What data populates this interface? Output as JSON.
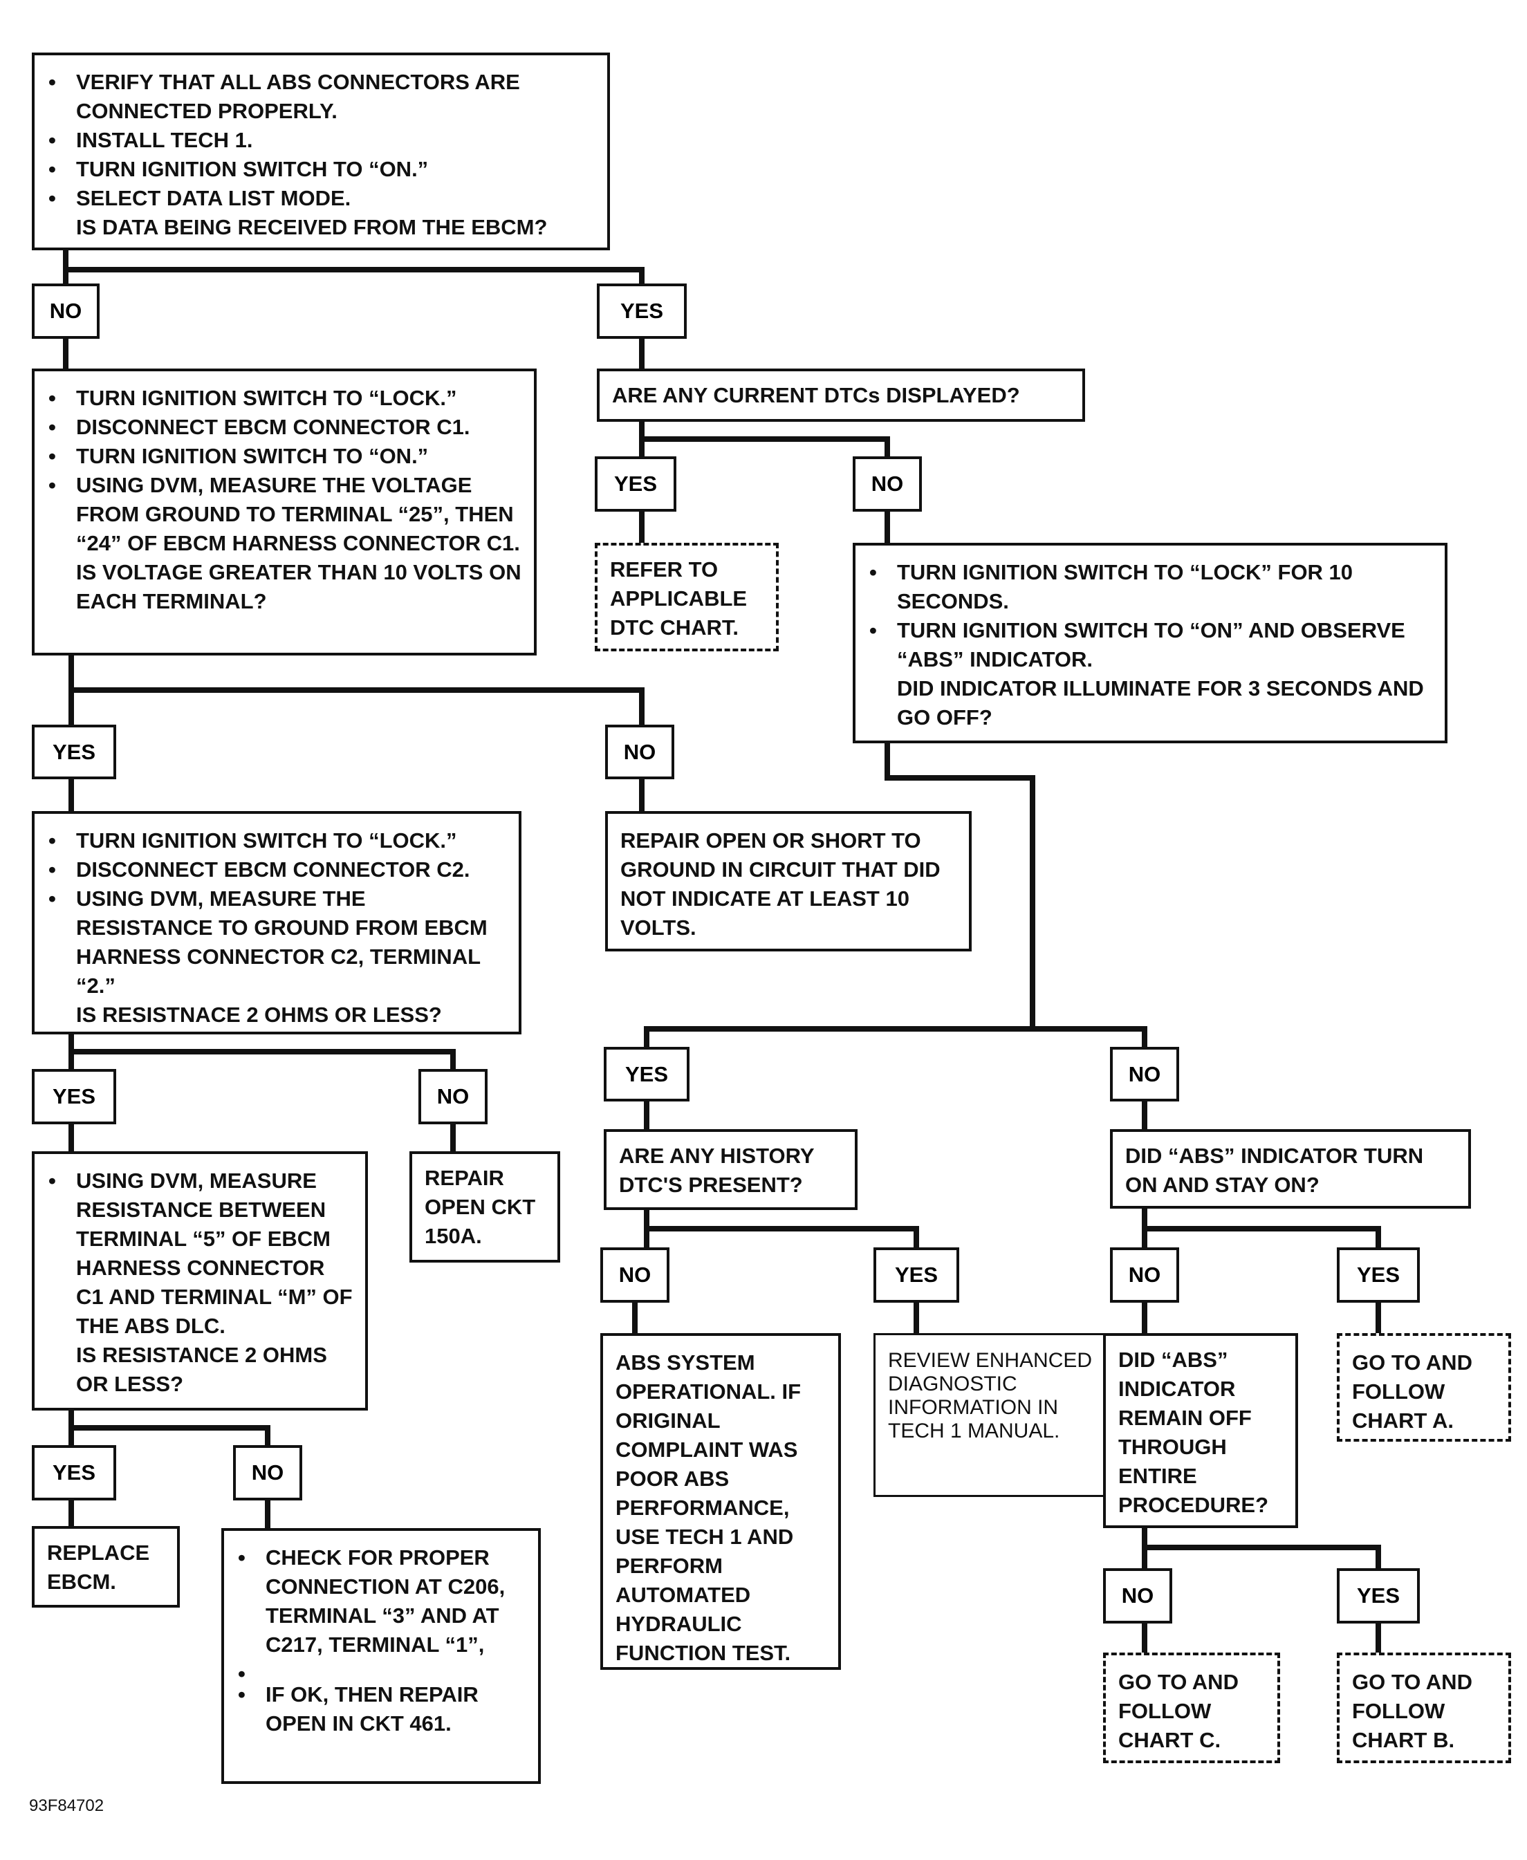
{
  "start": {
    "steps": [
      "VERIFY THAT ALL ABS CONNECTORS ARE CONNECTED PROPERLY.",
      "INSTALL TECH 1.",
      "TURN IGNITION SWITCH TO “ON.”",
      "SELECT DATA LIST MODE."
    ],
    "question": "IS DATA BEING RECEIVED FROM THE EBCM?"
  },
  "start_no": "NO",
  "start_yes": "YES",
  "voltage_check": {
    "steps": [
      "TURN IGNITION SWITCH TO “LOCK.”",
      "DISCONNECT EBCM CONNECTOR C1.",
      "TURN IGNITION SWITCH TO “ON.”",
      "USING DVM, MEASURE THE VOLTAGE FROM GROUND TO TERMINAL “25”, THEN “24” OF EBCM HARNESS CONNECTOR C1."
    ],
    "question": "IS VOLTAGE GREATER THAN 10 VOLTS ON EACH TERMINAL?"
  },
  "current_dtc": {
    "question": "ARE ANY CURRENT DTCs DISPLAYED?"
  },
  "current_dtc_yes": "YES",
  "current_dtc_no": "NO",
  "refer_dtc": {
    "text": "REFER TO APPLICABLE DTC CHART."
  },
  "indicator_test": {
    "steps": [
      "TURN IGNITION SWITCH TO “LOCK” FOR 10 SECONDS.",
      "TURN IGNITION SWITCH TO “ON” AND OBSERVE “ABS” INDICATOR."
    ],
    "question": "DID INDICATOR ILLUMINATE FOR 3 SECONDS AND GO OFF?"
  },
  "voltage_yes": "YES",
  "voltage_no": "NO",
  "repair_open_short": {
    "text": "REPAIR OPEN OR SHORT TO GROUND IN CIRCUIT THAT DID NOT INDICATE AT LEAST 10 VOLTS."
  },
  "resistance_check": {
    "steps": [
      "TURN IGNITION SWITCH TO “LOCK.”",
      "DISCONNECT EBCM CONNECTOR C2.",
      "USING DVM, MEASURE THE RESISTANCE TO GROUND FROM EBCM HARNESS CONNECTOR C2, TERMINAL “2.”"
    ],
    "question": "IS RESISTNACE 2 OHMS OR LESS?"
  },
  "indicator_yes": "YES",
  "indicator_no": "NO",
  "resistance_yes": "YES",
  "resistance_no": "NO",
  "repair_ckt_150a": {
    "text": "REPAIR OPEN CKT 150A."
  },
  "history_dtc": {
    "question": "ARE ANY HISTORY DTC'S PRESENT?"
  },
  "stay_on": {
    "question": "DID “ABS” INDICATOR TURN ON AND STAY ON?"
  },
  "dlc_check": {
    "steps": [
      "USING DVM, MEASURE RESISTANCE BETWEEN TERMINAL “5” OF EBCM HARNESS CONNECTOR C1 AND TERMINAL “M” OF THE ABS DLC."
    ],
    "question": "IS RESISTANCE 2 OHMS OR LESS?"
  },
  "history_no": "NO",
  "history_yes": "YES",
  "stay_on_no": "NO",
  "stay_on_yes": "YES",
  "abs_operational": {
    "text": "ABS SYSTEM OPERATIONAL. IF ORIGINAL COMPLAINT WAS POOR ABS PERFORMANCE, USE TECH 1 AND PERFORM AUTOMATED HYDRAULIC FUNCTION TEST."
  },
  "review_info": {
    "text": "REVIEW ENHANCED DIAGNOSTIC INFORMATION IN TECH 1 MANUAL."
  },
  "remain_off": {
    "question": "DID “ABS” INDICATOR REMAIN OFF THROUGH ENTIRE PROCEDURE?"
  },
  "chart_a": {
    "text": "GO TO AND FOLLOW CHART A."
  },
  "dlc_yes": "YES",
  "dlc_no": "NO",
  "replace_ebcm": {
    "text": "REPLACE EBCM."
  },
  "check_connection": {
    "steps": [
      "CHECK FOR PROPER CONNECTION AT C206, TERMINAL “3” AND AT C217, TERMINAL “1”,",
      "IF OK, THEN REPAIR OPEN IN CKT 461."
    ]
  },
  "remain_off_no": "NO",
  "remain_off_yes": "YES",
  "chart_c": {
    "text": "GO TO AND FOLLOW CHART C."
  },
  "chart_b": {
    "text": "GO TO AND FOLLOW CHART B."
  },
  "figure_ref": "93F84702"
}
